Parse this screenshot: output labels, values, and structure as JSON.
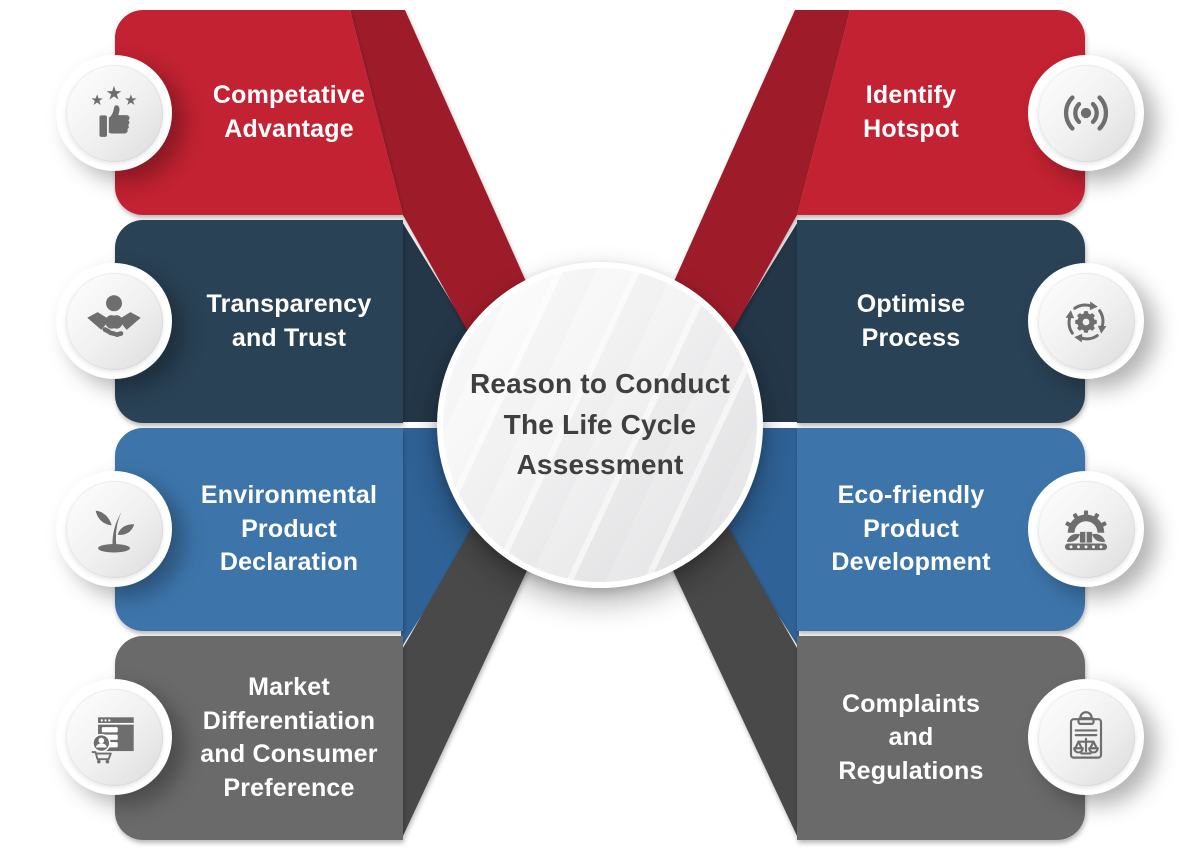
{
  "center": {
    "title": "Reason to Conduct\nThe Life Cycle\nAssessment",
    "text_color": "#3f3f3f"
  },
  "colors": {
    "background": "#ffffff",
    "band_text": "#ffffff",
    "icon_glyph": "#6e6e6e",
    "red": "#c22031",
    "red_dark": "#9e1b29",
    "navy": "#2c4257",
    "navy_dark": "#243748",
    "blue": "#3c75ab",
    "blue_dark": "#2f6296",
    "gray": "#6b6b6b",
    "gray_dark": "#4a4a4a"
  },
  "left_items": [
    {
      "label": "Competative\nAdvantage",
      "icon": "thumbs-up-stars-icon",
      "color": "#c22031",
      "fold_color": "#9e1b29"
    },
    {
      "label": "Transparency\nand Trust",
      "icon": "handshake-check-icon",
      "color": "#2c4257",
      "fold_color": "#243748"
    },
    {
      "label": "Environmental\nProduct\nDeclaration",
      "icon": "plant-sprout-icon",
      "color": "#3c75ab",
      "fold_color": "#2f6296"
    },
    {
      "label": "Market\nDifferentiation\nand Consumer\nPreference",
      "icon": "consumer-research-icon",
      "color": "#6b6b6b",
      "fold_color": "#4a4a4a"
    }
  ],
  "right_items": [
    {
      "label": "Identify\nHotspot",
      "icon": "broadcast-signal-icon",
      "color": "#c22031",
      "fold_color": "#9e1b29"
    },
    {
      "label": "Optimise\nProcess",
      "icon": "gear-cycle-icon",
      "color": "#2c4257",
      "fold_color": "#243748"
    },
    {
      "label": "Eco-friendly\nProduct\nDevelopment",
      "icon": "eco-manufacturing-icon",
      "color": "#3c75ab",
      "fold_color": "#2f6296"
    },
    {
      "label": "Complaints\nand\nRegulations",
      "icon": "clipboard-scale-icon",
      "color": "#6b6b6b",
      "fold_color": "#4a4a4a"
    }
  ]
}
